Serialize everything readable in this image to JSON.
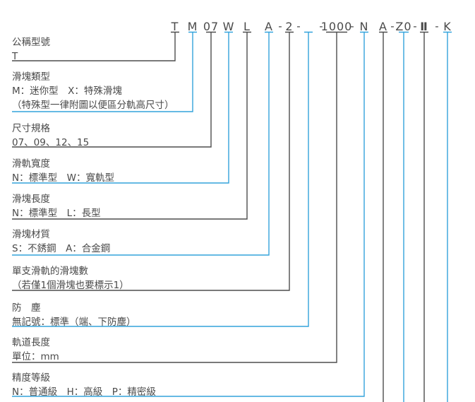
{
  "colors": {
    "accent_blue": "#33a3dc",
    "line_dark": "#4d4d4d",
    "text": "#4a4a4a"
  },
  "code": {
    "separator": "-",
    "parts": [
      {
        "label": "T",
        "color": "dark"
      },
      {
        "label": "M",
        "color": "blue"
      },
      {
        "label": "07",
        "color": "dark"
      },
      {
        "label": "W",
        "color": "blue"
      },
      {
        "label": "L",
        "color": "dark"
      },
      {
        "label": "A",
        "color": "blue"
      },
      {
        "label": "2",
        "color": "dark"
      },
      {
        "label": "",
        "color": "blue"
      },
      {
        "label": "1000",
        "color": "dark"
      },
      {
        "label": "N",
        "color": "blue"
      },
      {
        "label": "A",
        "color": "dark"
      },
      {
        "label": "Z0",
        "color": "blue"
      },
      {
        "label": "Ⅱ",
        "color": "dark"
      },
      {
        "label": "K",
        "color": "blue"
      }
    ]
  },
  "sections": [
    {
      "title": "公稱型號",
      "content": "T"
    },
    {
      "title": "滑塊類型",
      "content": "M：迷你型　X：特殊滑塊",
      "note": "（特殊型一律附圖以便區分軌高尺寸）"
    },
    {
      "title": "尺寸規格",
      "content": "07、09、12、15"
    },
    {
      "title": "滑軌寬度",
      "content": "N：標準型　W：寬軌型"
    },
    {
      "title": "滑塊長度",
      "content": "N：標準型　L：長型"
    },
    {
      "title": "滑塊材質",
      "content": "S：不銹鋼　A：合金鋼"
    },
    {
      "title": "單支滑軌的滑塊數",
      "content": "（若僅1個滑塊也要標示1）"
    },
    {
      "title": "防　塵",
      "content": "無記號：標準（端、下防塵）"
    },
    {
      "title": "軌道長度",
      "content": "單位：mm"
    },
    {
      "title": "精度等級",
      "content": "N：普通級　H：高級　P：精密級"
    }
  ]
}
